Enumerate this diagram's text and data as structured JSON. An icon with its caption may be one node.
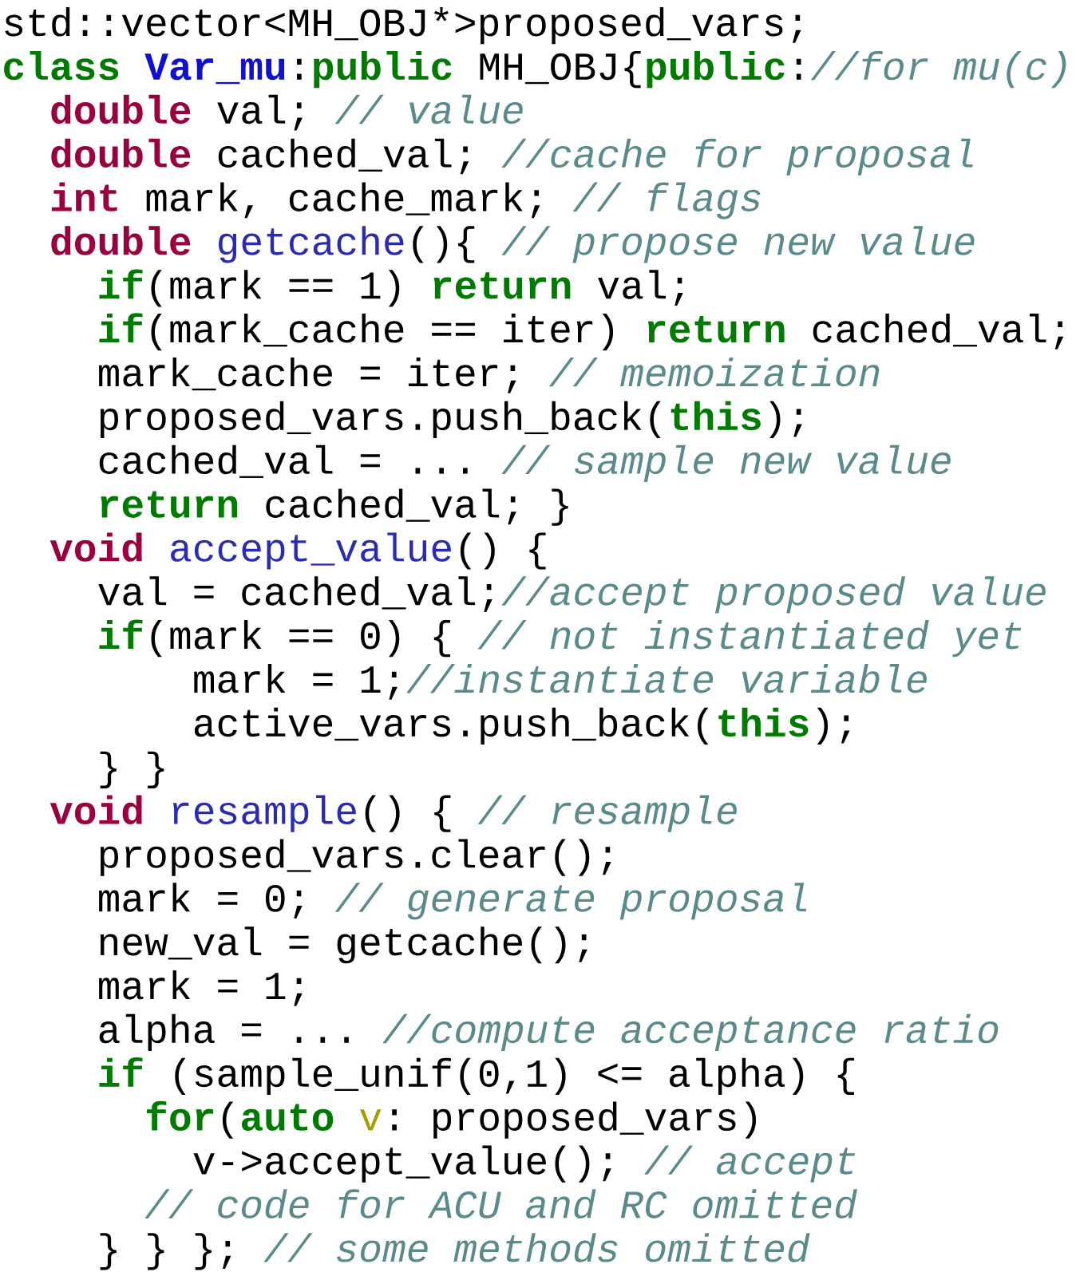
{
  "diagram": {
    "labels": [
      "std::vector<MH_OBJ*>proposed_vars;",
      "class",
      "Var_mu",
      ":",
      "public",
      "MH_OBJ{",
      "public",
      ":",
      "//for mu(c)",
      "double",
      "val;",
      "// value",
      "double",
      "cached_val;",
      "//cache for proposal",
      "int",
      "mark, cache_mark;",
      "// flags",
      "double",
      "getcache",
      "(){",
      "// propose new value",
      "if",
      "(mark == 1)",
      "return",
      "val;",
      "if",
      "(mark_cache == iter)",
      "return",
      "cached_val;",
      "mark_cache = iter;",
      "// memoization",
      "proposed_vars.push_back(",
      "this",
      ");",
      "cached_val = ...",
      "// sample new value",
      "return",
      "cached_val; }",
      "void",
      "accept_value",
      "() {",
      "val = cached_val;",
      "//accept proposed value",
      "if",
      "(mark == 0) {",
      "// not instantiated yet",
      "mark = 1;",
      "//instantiate variable",
      "active_vars.push_back(",
      "this",
      ");",
      "} }",
      "void",
      "resample",
      "() {",
      "// resample",
      "proposed_vars.clear();",
      "mark = 0;",
      "// generate proposal",
      "new_val = getcache();",
      "mark = 1;",
      "alpha = ...",
      "//compute acceptance ratio",
      "if",
      "(sample_unif(0,1) <= alpha) {",
      "for",
      "(",
      "auto",
      "v",
      ": proposed_vars)",
      "v->accept_value();",
      "// accept",
      "// code for ACU and RC omitted",
      "} } };",
      "// some methods omitted"
    ]
  }
}
